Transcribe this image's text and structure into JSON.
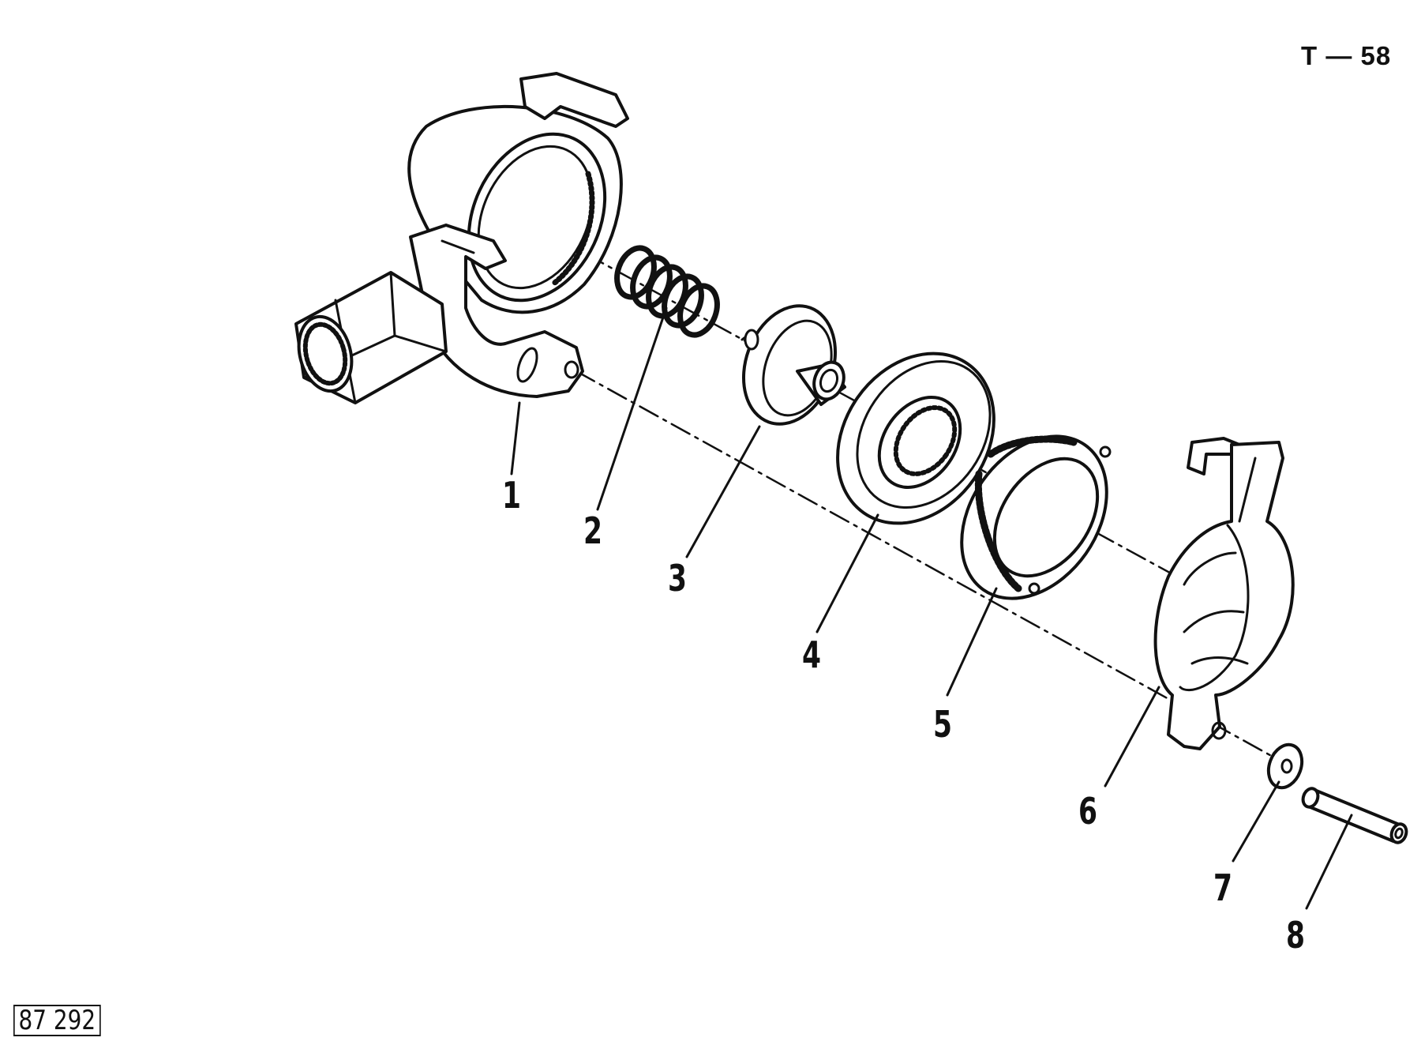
{
  "page_ref": "T — 58",
  "figure_number": "87 292",
  "callouts": [
    "1",
    "2",
    "3",
    "4",
    "5",
    "6",
    "7",
    "8"
  ],
  "colors": {
    "ink": "#111111",
    "paper": "#ffffff"
  }
}
